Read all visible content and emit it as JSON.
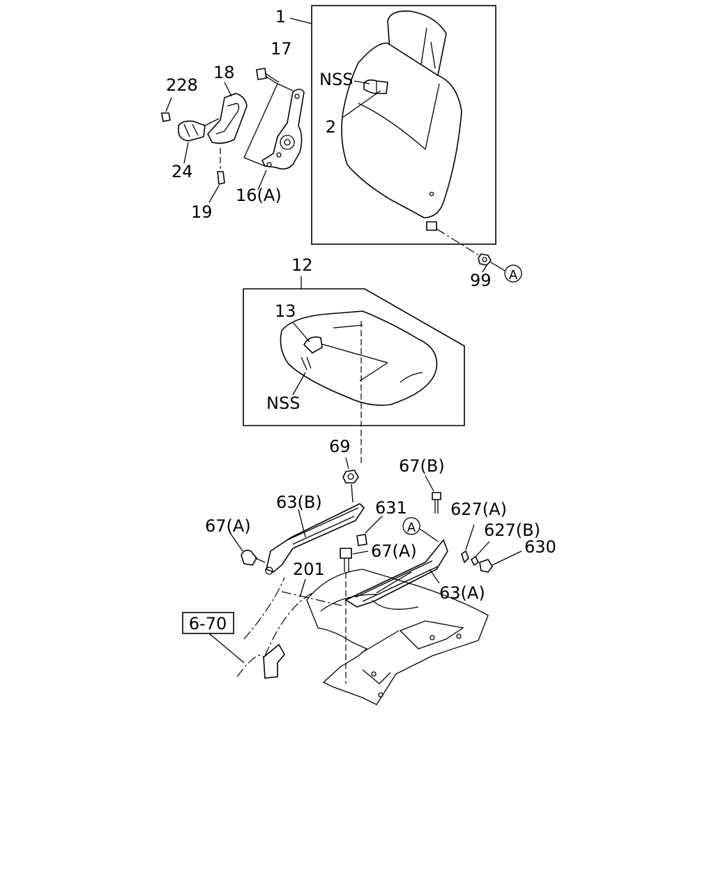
{
  "labels": {
    "p1": "1",
    "nss_back": "NSS",
    "p2": "2",
    "p17": "17",
    "p18": "18",
    "p228": "228",
    "p24": "24",
    "p19": "19",
    "p16a": "16(A)",
    "p99": "99",
    "ref_a_upper": "A",
    "p12": "12",
    "p13": "13",
    "nss_cushion": "NSS",
    "p69": "69",
    "p67b": "67(B)",
    "p63b": "63(B)",
    "p631": "631",
    "ref_a_lower": "A",
    "p627a": "627(A)",
    "p627b": "627(B)",
    "p630": "630",
    "p67a_left": "67(A)",
    "p67a_center": "67(A)",
    "p201": "201",
    "p63a": "63(A)",
    "ref_6_70": "6-70"
  }
}
